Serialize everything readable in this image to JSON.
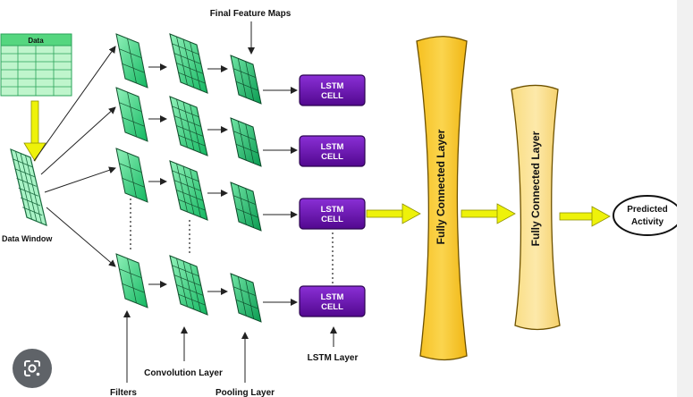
{
  "diagram": {
    "data_header": "Data",
    "data_window": "Data Window",
    "final_feature_maps": "Final Feature Maps",
    "filters": "Filters",
    "convolution_layer": "Convolution Layer",
    "pooling_layer": "Pooling Layer",
    "lstm_layer": "LSTM Layer",
    "lstm_cells": [
      {
        "line1": "LSTM",
        "line2": "CELL"
      },
      {
        "line1": "LSTM",
        "line2": "CELL"
      },
      {
        "line1": "LSTM",
        "line2": "CELL"
      },
      {
        "line1": "LSTM",
        "line2": "CELL"
      }
    ],
    "fc_layer_1": "Fully Connected Layer",
    "fc_layer_2": "Fully Connected Layer",
    "predicted_line1": "Predicted",
    "predicted_line2": "Activity"
  },
  "colors": {
    "green_light": "#7ee8a8",
    "green_dark": "#1fbf6a",
    "lstm_purple": "#6a0fb0",
    "fc_yellow": "#f7c52a",
    "fc_light": "#fbe08c",
    "arrow_yellow": "#eef20a"
  },
  "ui": {
    "lens_icon": "camera-lens-icon"
  }
}
